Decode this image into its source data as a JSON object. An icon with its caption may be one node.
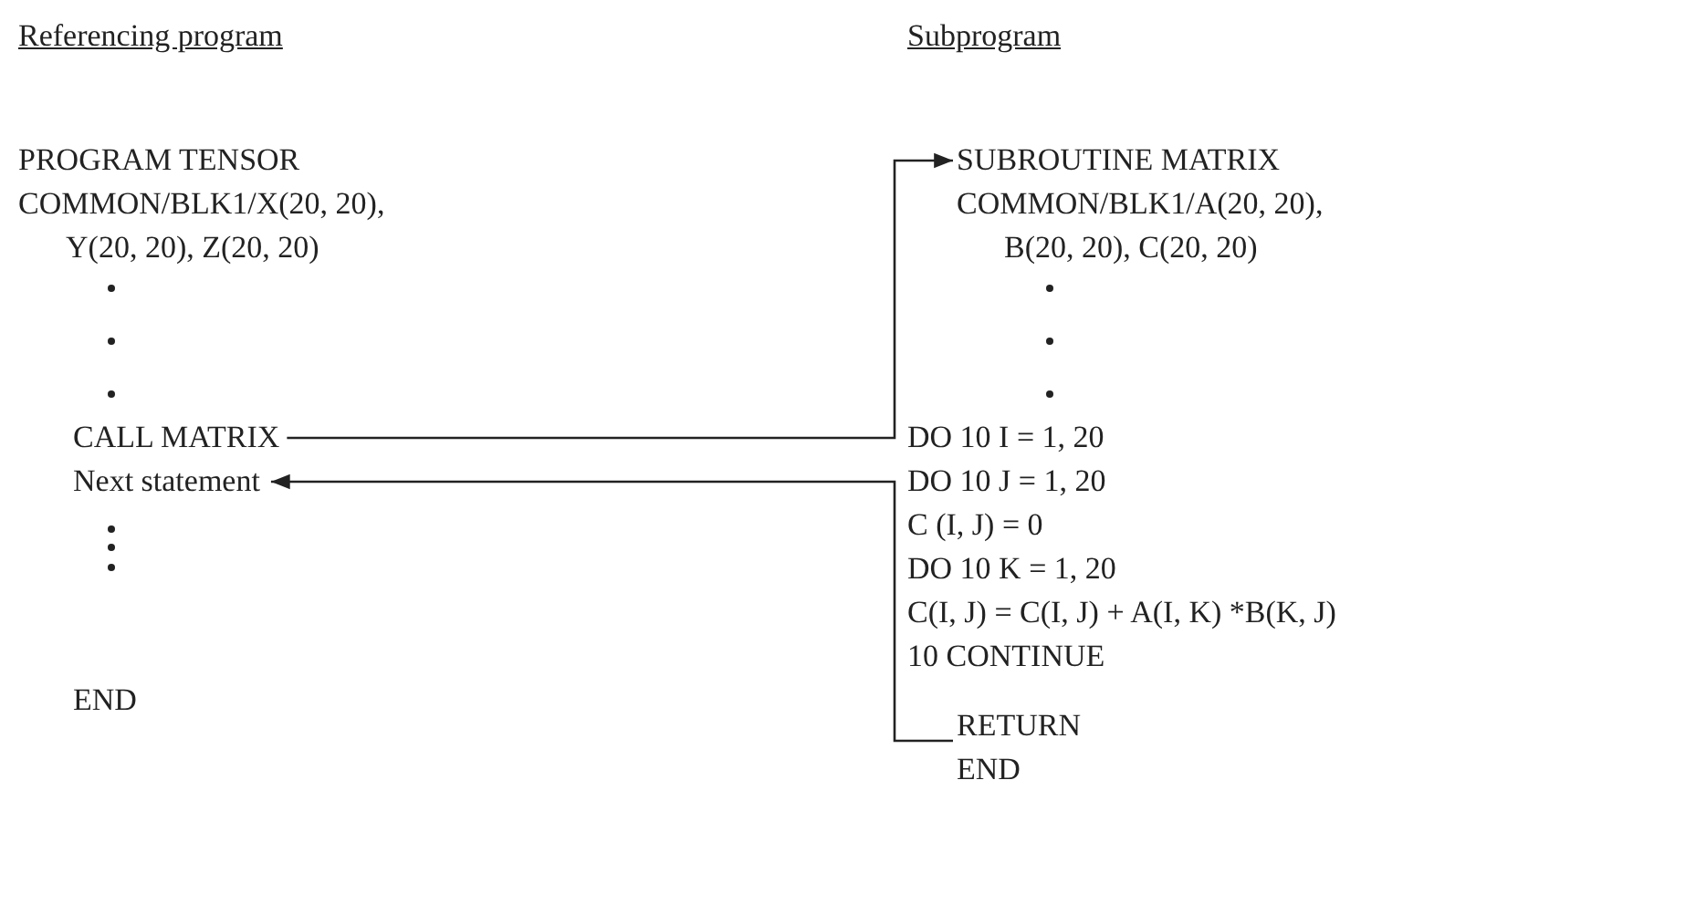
{
  "diagram": {
    "nodes": [
      {
        "text": [
          "CALL MATRIX"
        ]
      },
      {
        "text": [
          "Next statement"
        ]
      },
      {
        "text": [
          "SUBROUTINE MATRIX"
        ]
      },
      {
        "text": [
          "RETURN"
        ]
      }
    ],
    "edges": [
      {
        "from": 0,
        "to": 2,
        "arrow": "to"
      },
      {
        "from": 3,
        "to": 1,
        "arrow": "to"
      }
    ],
    "labels": [
      "Referencing program",
      "Subprogram",
      "PROGRAM TENSOR",
      "COMMON/BLK1/X(20, 20), Y(20, 20), Z(20, 20)",
      "END",
      "COMMON/BLK1/A(20, 20), B(20, 20), C(20, 20)",
      "DO 10 I = 1, 20",
      "DO 10 J = 1, 20",
      "C (I, J) = 0",
      "DO 10 K = 1, 20",
      "C(I, J) = C(I, J) + A(I, K) *B(K, J)",
      "10 CONTINUE",
      "END"
    ]
  }
}
